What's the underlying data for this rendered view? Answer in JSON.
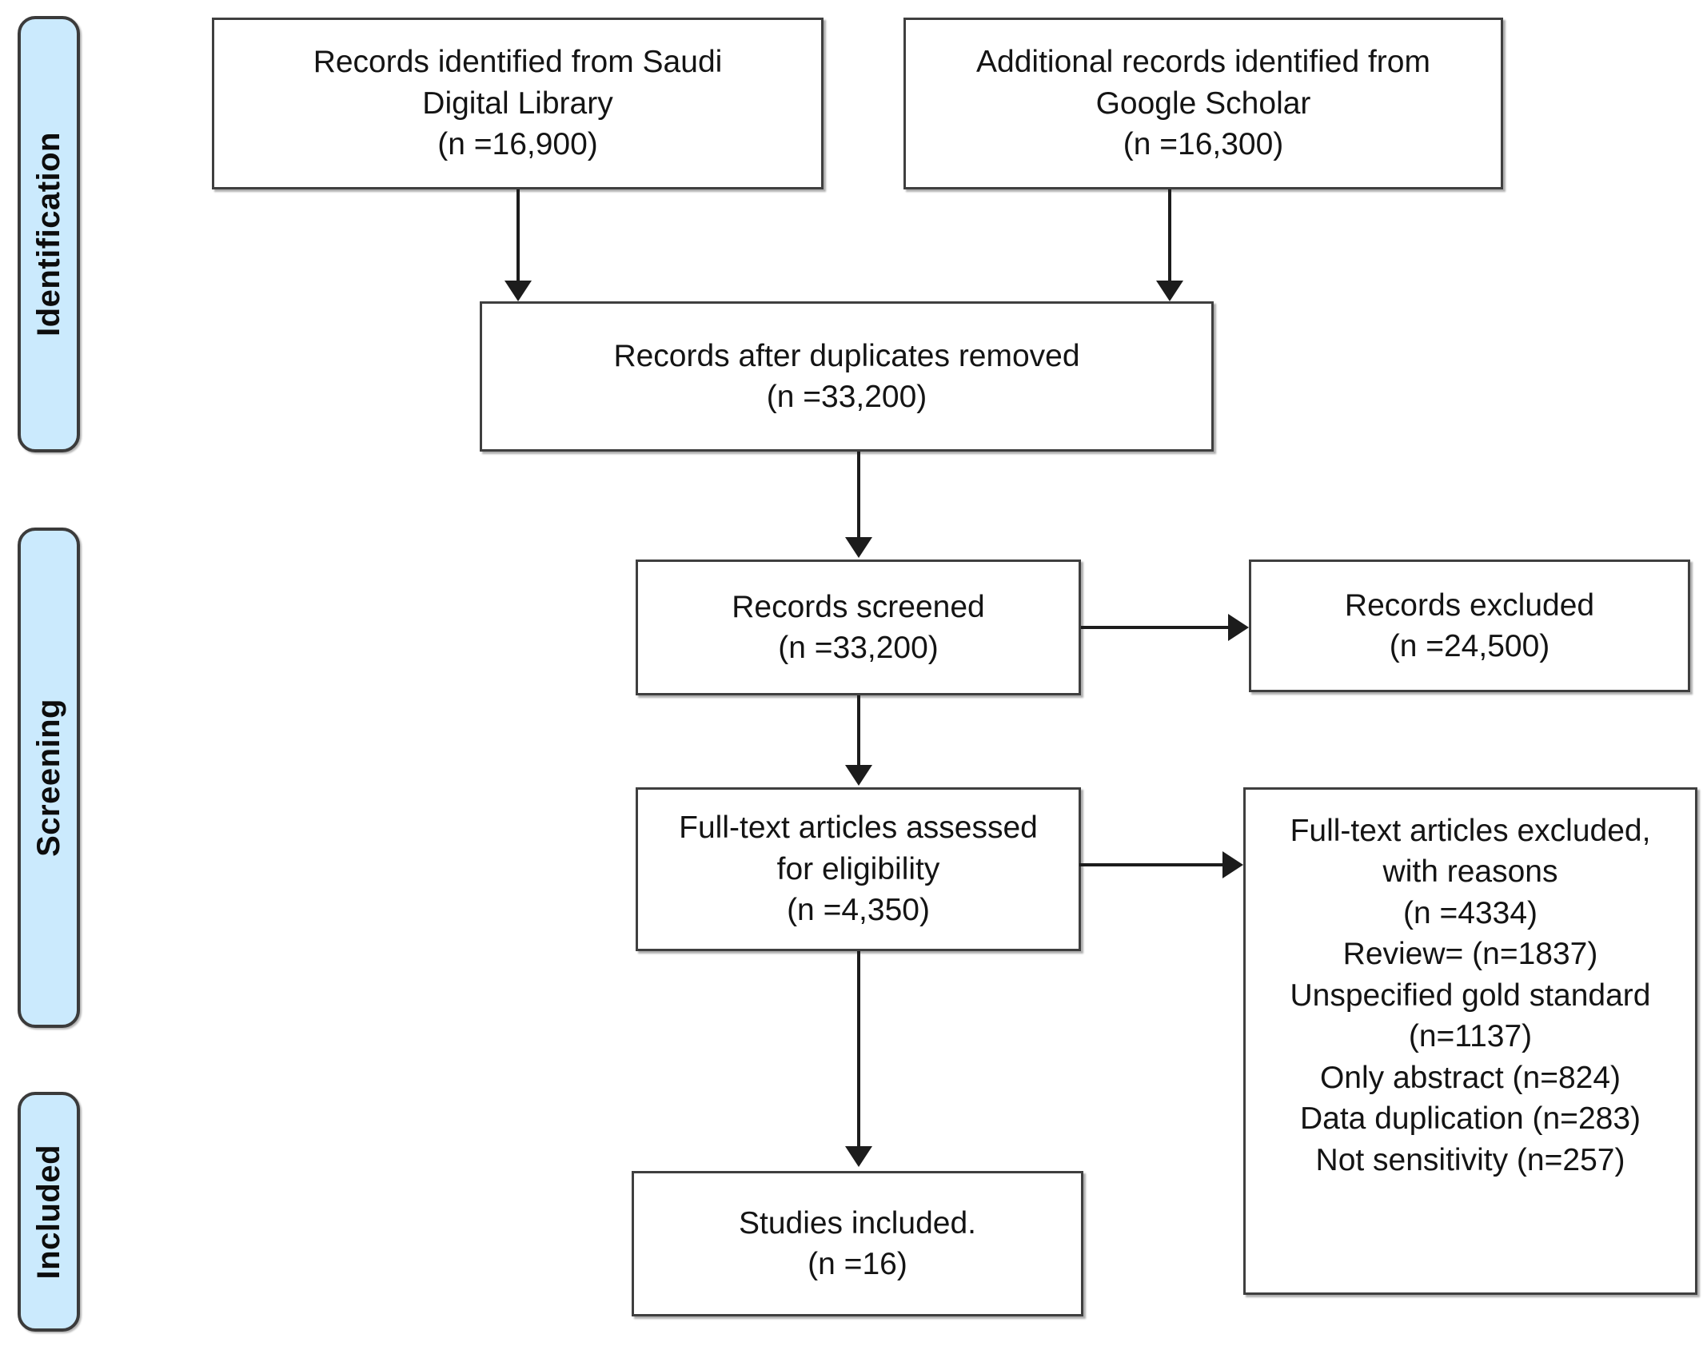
{
  "diagram": {
    "type": "prisma-flow-diagram",
    "phases": [
      {
        "id": "identification",
        "label": "Identification"
      },
      {
        "id": "screening",
        "label": "Screening"
      },
      {
        "id": "included",
        "label": "Included"
      }
    ],
    "boxes": {
      "source_primary": {
        "text": "Records identified from Saudi\nDigital Library\n(n =16,900)",
        "count": 16900
      },
      "source_secondary": {
        "text": "Additional records identified from\nGoogle Scholar\n(n =16,300)",
        "count": 16300
      },
      "duplicates_removed": {
        "text": "Records after duplicates removed\n(n =33,200)",
        "count": 33200
      },
      "records_screened": {
        "text": "Records screened\n(n =33,200)",
        "count": 33200
      },
      "records_excluded": {
        "text": "Records excluded\n(n =24,500)",
        "count": 24500
      },
      "fulltext_assessed": {
        "text": "Full-text articles assessed\nfor eligibility\n(n =4,350)",
        "count": 4350
      },
      "fulltext_excluded": {
        "text": "Full-text articles excluded,\nwith reasons\n(n =4334)\nReview= (n=1837)\nUnspecified gold standard\n(n=1137)\nOnly abstract (n=824)\nData duplication (n=283)\nNot sensitivity (n=257)",
        "count": 4334,
        "reasons": [
          {
            "label": "Review=",
            "count": 1837,
            "text": "Review= (n=1837)"
          },
          {
            "label": "Unspecified gold standard",
            "count": 1137,
            "text": "Unspecified gold standard\n(n=1137)"
          },
          {
            "label": "Only abstract",
            "count": 824,
            "text": "Only abstract (n=824)"
          },
          {
            "label": "Data duplication",
            "count": 283,
            "text": "Data duplication (n=283)"
          },
          {
            "label": "Not sensitivity",
            "count": 257,
            "text": "Not sensitivity (n=257)"
          }
        ]
      },
      "studies_included": {
        "text": "Studies included.\n(n =16)",
        "count": 16
      }
    },
    "colors": {
      "phase_bar_fill": "#cbeafd",
      "phase_bar_border": "#3b3b3b",
      "box_border": "#3f3f3f",
      "box_fill": "#ffffff",
      "connector": "#1c1c1c",
      "text": "#141414"
    }
  }
}
